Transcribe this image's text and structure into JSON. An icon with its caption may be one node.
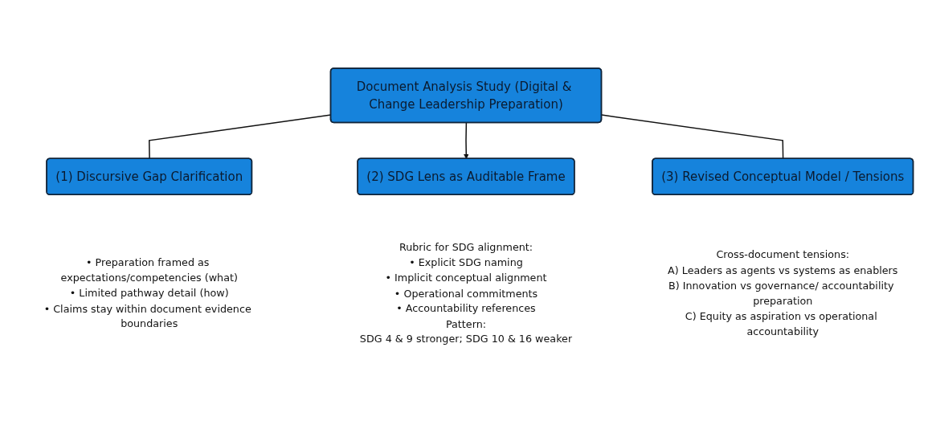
{
  "diagram": {
    "nodes": [
      {
        "text": [
          "Document Analysis Study (Digital & Change Leadership Preparation)"
        ]
      },
      {
        "text": [
          "(1) Discursive Gap Clarification"
        ],
        "beside": [
          "• Preparation framed as expectations/competencies (what)",
          "• Limited pathway detail (how)",
          "• Claims stay within document evidence boundaries"
        ]
      },
      {
        "text": [
          "(2) SDG Lens as Auditable Frame"
        ],
        "beside": [
          "Rubric for SDG alignment:",
          "• Explicit SDG naming",
          "• Implicit conceptual alignment",
          "• Operational commitments",
          "• Accountability references",
          "Pattern:",
          "SDG 4 & 9 stronger; SDG 10 & 16 weaker"
        ]
      },
      {
        "text": [
          "(3) Revised Conceptual Model / Tensions"
        ],
        "beside": [
          "Cross-document tensions:",
          "A) Leaders as agents vs systems as enablers",
          "B) Innovation vs governance/ accountability preparation",
          "C) Equity as aspiration vs operational accountability"
        ]
      }
    ],
    "edges": [
      {
        "from": 0,
        "to": 1,
        "arrow": "none"
      },
      {
        "from": 0,
        "to": 2,
        "arrow": "to"
      },
      {
        "from": 0,
        "to": 3,
        "arrow": "none"
      }
    ]
  }
}
